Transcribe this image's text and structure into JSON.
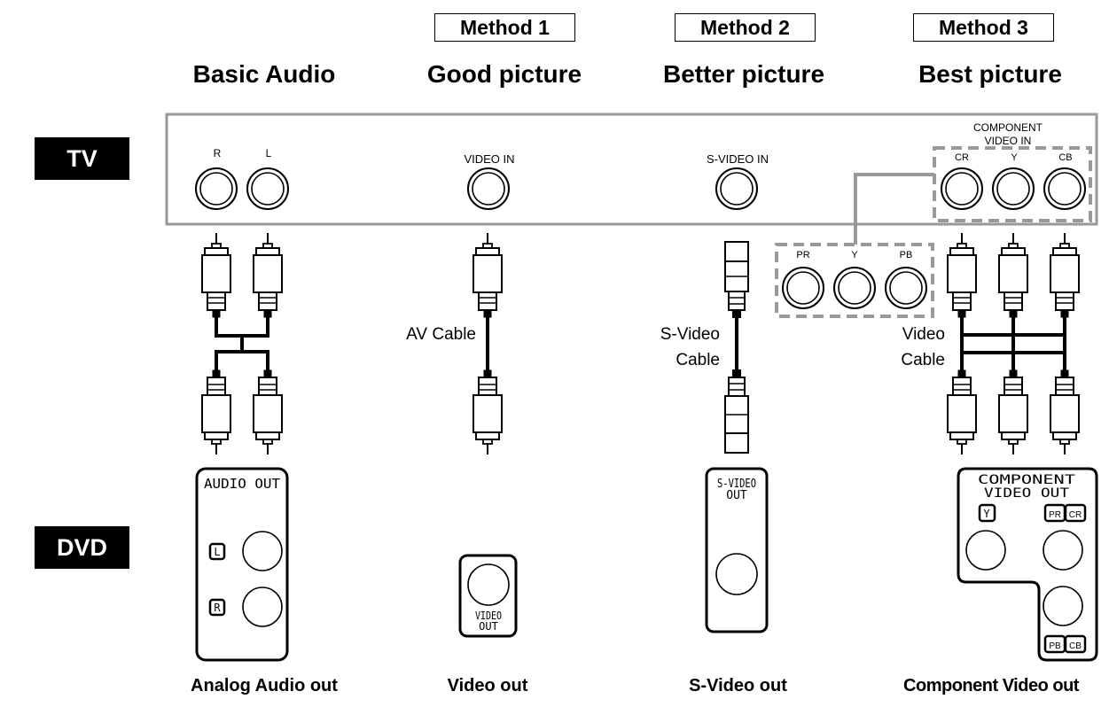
{
  "methods": {
    "m1": "Method 1",
    "m2": "Method 2",
    "m3": "Method 3"
  },
  "columns": {
    "audio": "Basic Audio",
    "good": "Good picture",
    "better": "Better picture",
    "best": "Best picture"
  },
  "side_labels": {
    "tv": "TV",
    "dvd": "DVD"
  },
  "tv_panel": {
    "audio_r": "R",
    "audio_l": "L",
    "video_in": "VIDEO IN",
    "svideo_in": "S-VIDEO IN",
    "component_line1": "COMPONENT",
    "component_line2": "VIDEO IN",
    "cr": "CR",
    "y": "Y",
    "cb": "CB"
  },
  "alt_jacks": {
    "pr": "PR",
    "y": "Y",
    "pb": "PB"
  },
  "cables": {
    "av_cable": "AV Cable",
    "svideo_cable_1": "S-Video",
    "svideo_cable_2": "Cable",
    "video_cable_1": "Video",
    "video_cable_2": "Cable"
  },
  "dvd_panels": {
    "audio_out": "AUDIO OUT",
    "audio_l": "L",
    "audio_r": "R",
    "video_out_1": "VIDEO",
    "video_out_2": "OUT",
    "svideo_out_1": "S-VIDEO",
    "svideo_out_2": "OUT",
    "comp_out_1": "COMPONENT",
    "comp_out_2": "VIDEO OUT",
    "comp_y": "Y",
    "comp_pr": "PR",
    "comp_cr": "CR",
    "comp_pb": "PB",
    "comp_cb": "CB"
  },
  "footers": {
    "audio": "Analog Audio out",
    "video": "Video out",
    "svideo": "S-Video out",
    "component": "Component Video out"
  }
}
